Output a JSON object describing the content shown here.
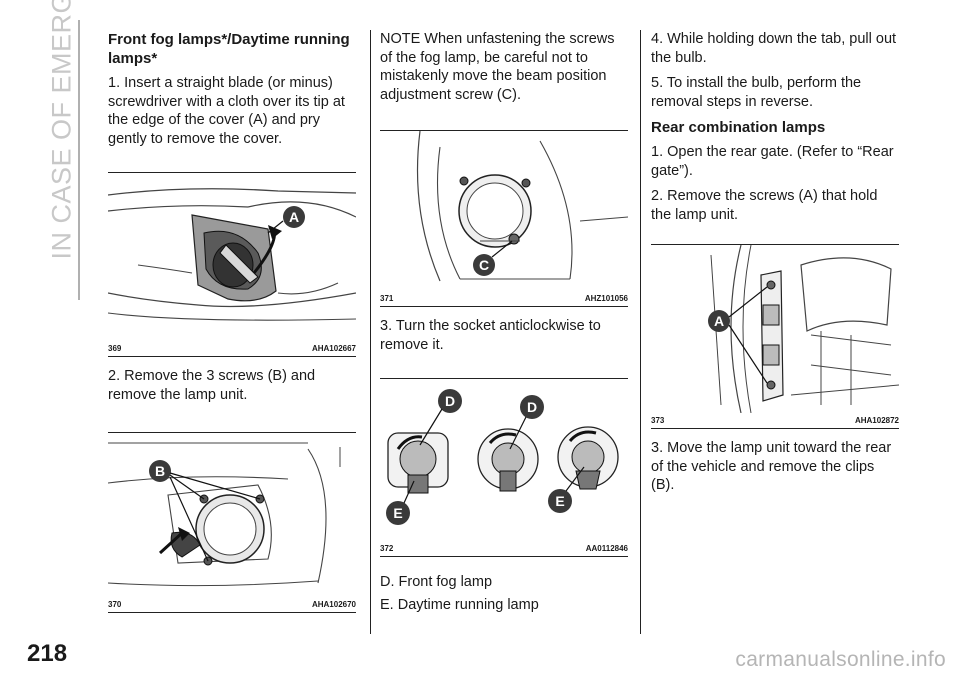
{
  "side_tab": "IN CASE OF EMERGENCY",
  "page_number": "218",
  "watermark": "carmanualsonline.info",
  "col1": {
    "heading": "Front fog lamps*/Daytime running lamps*",
    "step1": "1. Insert a straight blade (or minus) screwdriver with a cloth over its tip at the edge of the cover (A) and pry gently to remove the cover.",
    "fig1": {
      "num": "369",
      "code": "AHA102667",
      "label_a": "A"
    },
    "step2": "2. Remove the 3 screws (B) and remove the lamp unit.",
    "fig2": {
      "num": "370",
      "code": "AHA102670",
      "label_b": "B"
    }
  },
  "col2": {
    "note": "NOTE  When unfastening the screws of the fog lamp, be careful not to mistakenly move the beam position adjustment screw (C).",
    "fig3": {
      "num": "371",
      "code": "AHZ101056",
      "label_c": "C"
    },
    "step3": "3. Turn the socket anticlockwise to remove it.",
    "fig4": {
      "num": "372",
      "code": "AA0112846",
      "label_d1": "D",
      "label_d2": "D",
      "label_e1": "E",
      "label_e2": "E"
    },
    "legend_d": "D. Front fog lamp",
    "legend_e": "E. Daytime running lamp"
  },
  "col3": {
    "step4": "4. While holding down the tab, pull out the bulb.",
    "step5": "5. To install the bulb, perform the removal steps in reverse.",
    "heading": "Rear combination lamps",
    "step1": "1. Open the rear gate. (Refer to “Rear gate”).",
    "step2": "2. Remove the screws (A) that hold the lamp unit.",
    "fig5": {
      "num": "373",
      "code": "AHA102872",
      "label_a": "A"
    },
    "step3": "3. Move the lamp unit toward the rear of the vehicle and remove the clips (B)."
  }
}
